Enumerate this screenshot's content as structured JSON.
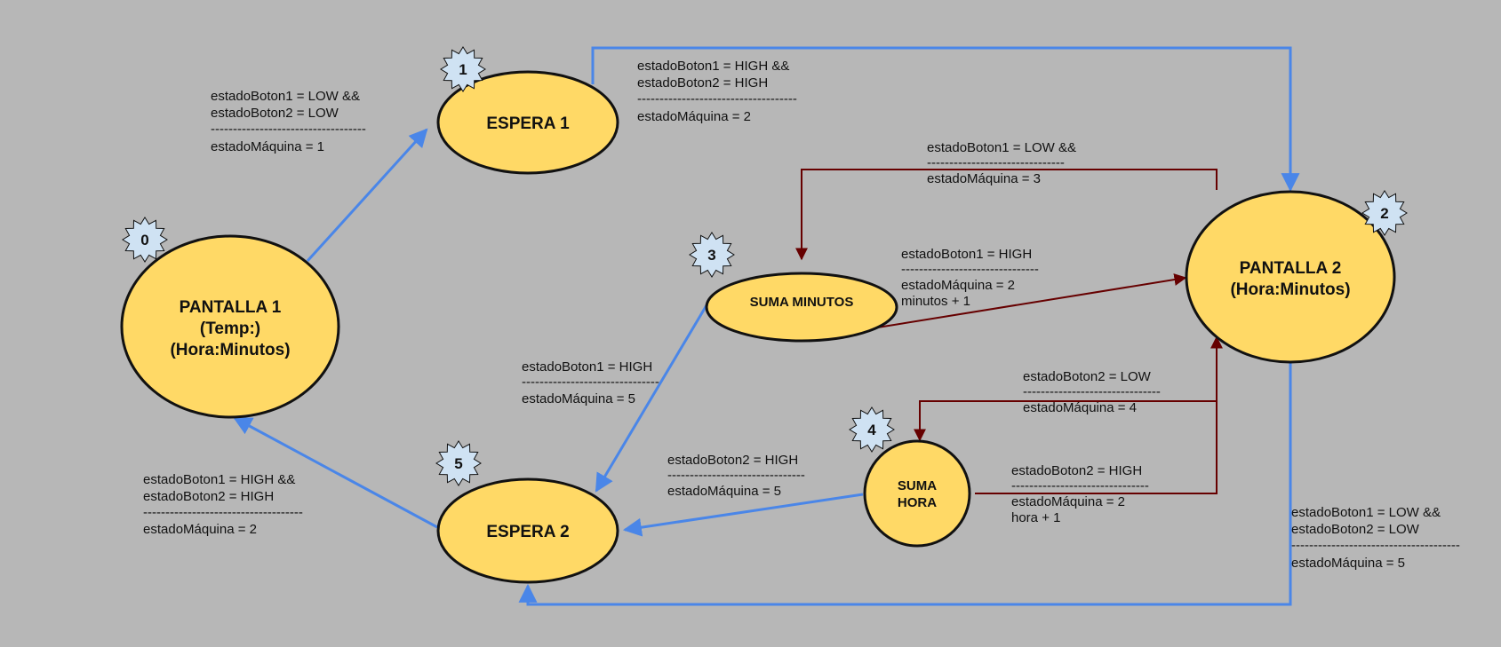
{
  "colors": {
    "background": "#b7b7b7",
    "node_fill": "#ffd966",
    "node_stroke": "#111111",
    "badge_fill": "#cfe2f3",
    "blue_arrow": "#4a86e8",
    "red_arrow": "#660000"
  },
  "states": {
    "s0": {
      "badge": "0",
      "lines": [
        "PANTALLA 1",
        "(Temp:)",
        "(Hora:Minutos)"
      ]
    },
    "s1": {
      "badge": "1",
      "lines": [
        "ESPERA 1"
      ]
    },
    "s2": {
      "badge": "2",
      "lines": [
        "PANTALLA 2",
        "(Hora:Minutos)"
      ]
    },
    "s3": {
      "badge": "3",
      "lines": [
        "SUMA MINUTOS"
      ]
    },
    "s4": {
      "badge": "4",
      "lines": [
        "SUMA",
        "HORA"
      ]
    },
    "s5": {
      "badge": "5",
      "lines": [
        "ESPERA 2"
      ]
    }
  },
  "transitions": {
    "t0_1": [
      "estadoBoton1 = LOW &&",
      "estadoBoton2 = LOW",
      "-----------------------------------",
      "estadoMáquina = 1"
    ],
    "t1_2": [
      "estadoBoton1 = HIGH &&",
      "estadoBoton2 = HIGH",
      "------------------------------------",
      "estadoMáquina = 2"
    ],
    "t2_3": [
      "estadoBoton1 = LOW &&",
      "-------------------------------",
      "estadoMáquina = 3"
    ],
    "t3_2": [
      "estadoBoton1 = HIGH",
      "-------------------------------",
      "estadoMáquina = 2",
      "minutos + 1"
    ],
    "t3_5": [
      "estadoBoton1 = HIGH",
      "-------------------------------",
      "estadoMáquina = 5"
    ],
    "t2_4": [
      "estadoBoton2 = LOW",
      "-------------------------------",
      "estadoMáquina = 4"
    ],
    "t4_5": [
      "estadoBoton2 = HIGH",
      "-------------------------------",
      "estadoMáquina = 5"
    ],
    "t4_2": [
      "estadoBoton2 = HIGH",
      "-------------------------------",
      "estadoMáquina = 2",
      "hora + 1"
    ],
    "t5_0": [
      "estadoBoton1 = HIGH &&",
      "estadoBoton2 = HIGH",
      "------------------------------------",
      "estadoMáquina = 2"
    ],
    "t2_5": [
      "estadoBoton1 = LOW &&",
      "estadoBoton2 = LOW",
      "--------------------------------------",
      "estadoMáquina = 5"
    ]
  }
}
